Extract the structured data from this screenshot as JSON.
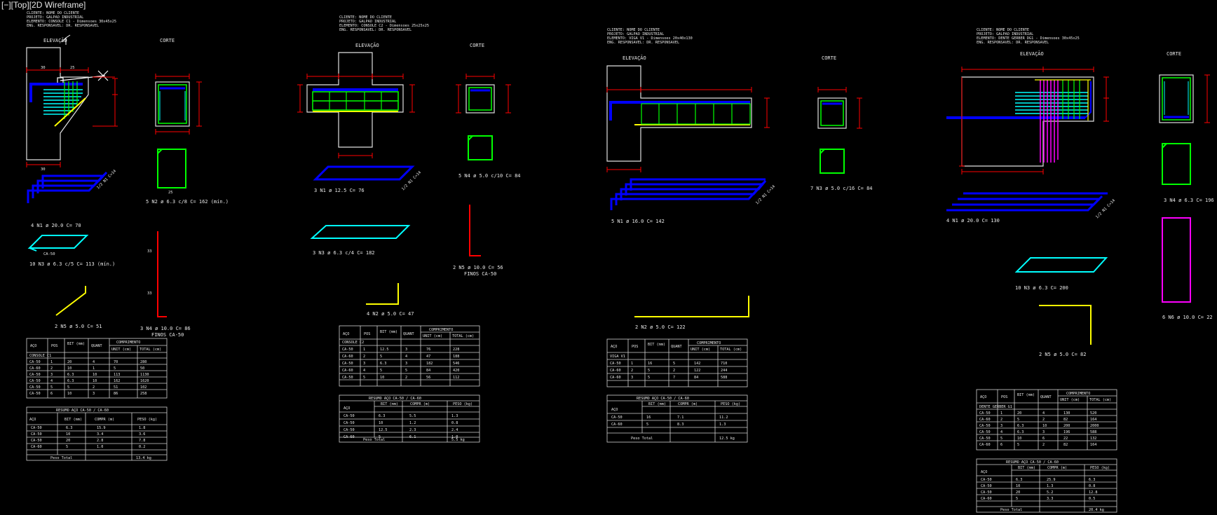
{
  "viewport_label": "[−][Top][2D Wireframe]",
  "drawings": [
    {
      "id": "d1",
      "notes": [
        "CLIENTE: NOME DO CLIENTE",
        "PROJETO: GALPAO INDUSTRIAL",
        "ELEMENTO: CONSOLE C1 - Dimensoes 30x45x25",
        "ENG. RESPONSAVEL: DR. RESPONSAVEL"
      ],
      "elev_title": "ELEVAÇÃO",
      "cut_title": "CORTE",
      "captions": [
        "4 N1 ø 20.0 C= 70",
        "10 N3 ø 6.3 c/5 C= 113 (mín.)",
        "2 N5 ø 5.0 C= 51",
        "5 N2 ø 6.3 c/8 C= 162 (mín.)",
        "3 N4 ø 10.0 C= 86",
        "FINOS CA-50"
      ],
      "table_rows": [
        [
          "CONSOLE C1"
        ],
        [
          "CA-50",
          "1",
          "20",
          "4",
          "70",
          "280"
        ],
        [
          "CA-60",
          "2",
          "10",
          "1",
          "5",
          "50"
        ],
        [
          "CA-50",
          "3",
          "6.3",
          "10",
          "113",
          "1130"
        ],
        [
          "CA-50",
          "4",
          "6.3",
          "10",
          "162",
          "1620"
        ],
        [
          "CA-50",
          "5",
          "5",
          "2",
          "51",
          "102"
        ],
        [
          "CA-50",
          "6",
          "10",
          "3",
          "86",
          "258"
        ]
      ],
      "resumo_rows": [
        [
          "CA-50",
          "6.3",
          "15.9",
          "1.8"
        ],
        [
          "CA-50",
          "10",
          "3.4",
          "3.6"
        ],
        [
          "CA-50",
          "20",
          "2.8",
          "7.8"
        ],
        [
          "CA-60",
          "5",
          "1.0",
          "0.2"
        ]
      ],
      "peso_total": "13.4 kg"
    },
    {
      "id": "d2",
      "notes": [
        "CLIENTE: NOME DO CLIENTE",
        "PROJETO: GALPAO INDUSTRIAL",
        "ELEMENTO: CONSOLE C2 - Dimensoes 25x25x25",
        "ENG. RESPONSAVEL: DR. RESPONSAVEL"
      ],
      "elev_title": "ELEVAÇÃO",
      "cut_title": "CORTE",
      "captions": [
        "3 N1 ø 12.5 C= 76",
        "3 N3 ø 6.3 c/4 C= 182",
        "5 N4 ø 5.0 c/10 C= 84",
        "2 N5 ø 10.0 C= 56",
        "FINOS CA-50",
        "4 N2 ø 5.0 C= 47"
      ],
      "table_rows": [
        [
          "CONSOLE C2"
        ],
        [
          "CA-50",
          "1",
          "12.5",
          "3",
          "76",
          "228"
        ],
        [
          "CA-60",
          "2",
          "5",
          "4",
          "47",
          "188"
        ],
        [
          "CA-50",
          "3",
          "6.3",
          "3",
          "182",
          "546"
        ],
        [
          "CA-60",
          "4",
          "5",
          "5",
          "84",
          "420"
        ],
        [
          "CA-50",
          "5",
          "10",
          "2",
          "56",
          "112"
        ]
      ],
      "resumo_rows": [
        [
          "CA-50",
          "6.3",
          "5.5",
          "1.3"
        ],
        [
          "CA-50",
          "10",
          "1.2",
          "0.8"
        ],
        [
          "CA-50",
          "12.5",
          "2.3",
          "2.4"
        ],
        [
          "CA-60",
          "5",
          "6.1",
          "1.0"
        ]
      ],
      "peso_total": "5.5 kg"
    },
    {
      "id": "d3",
      "notes": [
        "CLIENTE: NOME DO CLIENTE",
        "PROJETO: GALPAO INDUSTRIAL",
        "ELEMENTO: VIGA V1 - Dimensoes 20x40x130",
        "ENG. RESPONSAVEL: DR. RESPONSAVEL"
      ],
      "elev_title": "ELEVAÇÃO",
      "cut_title": "CORTE",
      "captions": [
        "5 N1 ø 16.0 C= 142",
        "7 N3 ø 5.0 c/16 C= 84",
        "2 N2 ø 5.0 C= 122"
      ],
      "table_rows": [
        [
          "VIGA V1"
        ],
        [
          "CA-50",
          "1",
          "16",
          "5",
          "142",
          "710"
        ],
        [
          "CA-60",
          "2",
          "5",
          "2",
          "122",
          "244"
        ],
        [
          "CA-60",
          "3",
          "5",
          "7",
          "84",
          "588"
        ]
      ],
      "resumo_rows": [
        [
          "CA-50",
          "16",
          "7.1",
          "11.2"
        ],
        [
          "CA-60",
          "5",
          "8.3",
          "1.3"
        ]
      ],
      "peso_total": "12.5 kg"
    },
    {
      "id": "d4",
      "notes": [
        "CLIENTE: NOME DO CLIENTE",
        "PROJETO: GALPAO INDUSTRIAL",
        "ELEMENTO: DENTE GERBER DG1 - Dimensoes 30x45x25",
        "ENG. RESPONSAVEL: DR. RESPONSAVEL"
      ],
      "elev_title": "ELEVAÇÃO",
      "cut_title": "CORTE",
      "captions": [
        "4 N1 ø 20.0 C= 130",
        "10 N3 ø 6.3 C= 200",
        "2 N5 ø 5.0 C= 82",
        "3 N4 ø 6.3 C= 196",
        "6 N6 ø 10.0 C= 22"
      ],
      "table_rows": [
        [
          "DENTE GERBER G1"
        ],
        [
          "CA-50",
          "1",
          "20",
          "4",
          "130",
          "520"
        ],
        [
          "CA-60",
          "2",
          "5",
          "2",
          "82",
          "164"
        ],
        [
          "CA-50",
          "3",
          "6.3",
          "10",
          "200",
          "2000"
        ],
        [
          "CA-50",
          "4",
          "6.3",
          "3",
          "196",
          "588"
        ],
        [
          "CA-50",
          "5",
          "10",
          "6",
          "22",
          "132"
        ],
        [
          "CA-60",
          "6",
          "5",
          "2",
          "82",
          "164"
        ]
      ],
      "resumo_rows": [
        [
          "CA-50",
          "6.3",
          "25.9",
          "6.3"
        ],
        [
          "CA-50",
          "10",
          "1.3",
          "0.8"
        ],
        [
          "CA-50",
          "20",
          "5.2",
          "12.8"
        ],
        [
          "CA-60",
          "5",
          "3.3",
          "0.5"
        ]
      ],
      "peso_total": "20.4 kg"
    }
  ],
  "table_headers": [
    "AÇO",
    "POS",
    "BIT (mm)",
    "QUANT",
    "COMPRIMENTO",
    "UNIT (cm)",
    "TOTAL (cm)"
  ],
  "resumo_title": "RESUMO AÇO CA-50 / CA-60",
  "resumo_headers": [
    "AÇO",
    "BIT (mm)",
    "COMPR (m)",
    "PESO (kg)"
  ],
  "peso_label": "Peso Total",
  "colors": {
    "concrete": "#e0e0e0",
    "dimension": "#ff0000",
    "main_bar": "#0000ff",
    "stirrup": "#00ff00",
    "cyan_bar": "#00ffff",
    "yellow_bar": "#ffff00",
    "magenta_bar": "#ff00ff",
    "background": "#000000"
  }
}
